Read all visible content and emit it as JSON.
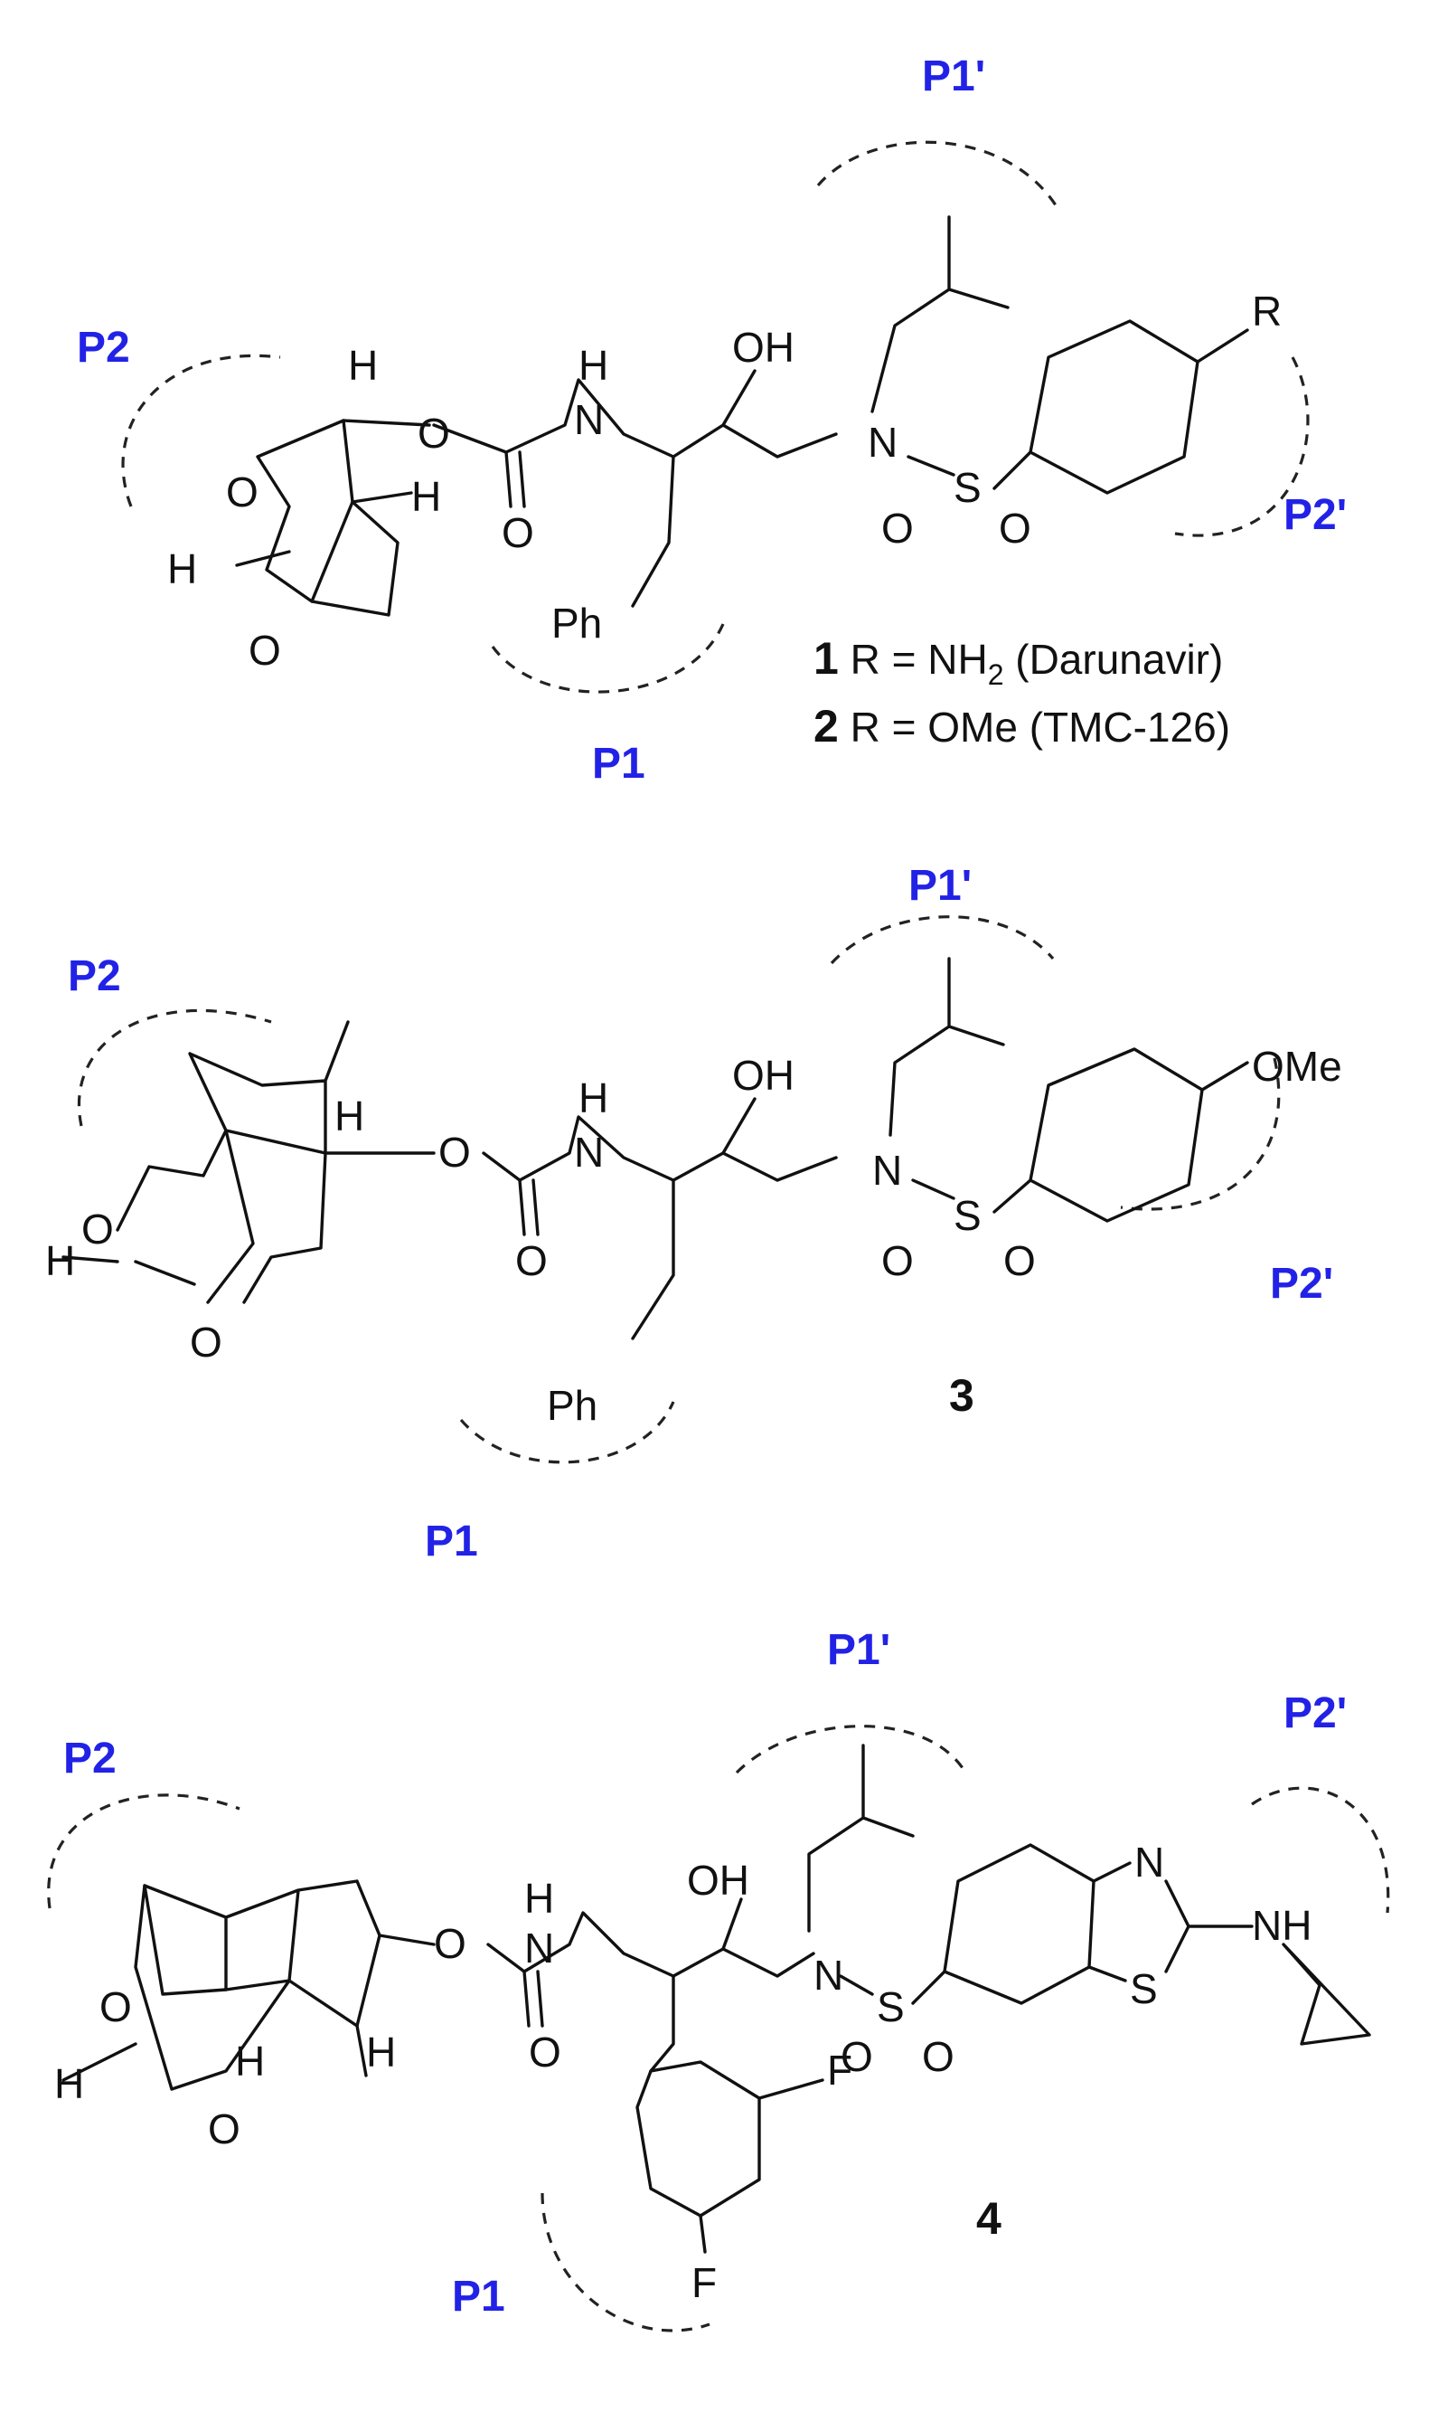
{
  "colors": {
    "pocket_label": "#2222e6",
    "ink": "#111111",
    "background": "#ffffff"
  },
  "pocket_labels": {
    "p1": "P1",
    "p1p": "P1'",
    "p2": "P2",
    "p2p": "P2'"
  },
  "atoms": {
    "H": "H",
    "O": "O",
    "N": "N",
    "S": "S",
    "F": "F",
    "OH": "OH",
    "NH": "NH",
    "Ph": "Ph",
    "R": "R",
    "OMe": "OMe"
  },
  "compounds": {
    "c1_num": "1",
    "c1_text": " R = NH",
    "c1_sub": "2",
    "c1_tail": " (Darunavir)",
    "c2_num": "2",
    "c2_text": " R = OMe (TMC-126)",
    "c3_num": "3",
    "c4_num": "4"
  }
}
